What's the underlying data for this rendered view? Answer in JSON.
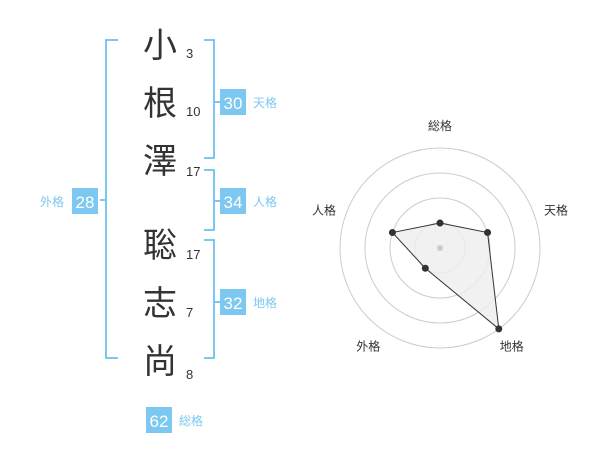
{
  "colors": {
    "accent": "#7cc8f0",
    "badge": "#7cc8f0",
    "text": "#333333",
    "radar_ring": "#cccccc",
    "radar_fill": "#eeeeee",
    "radar_line": "#333333"
  },
  "characters": [
    {
      "char": "小",
      "strokes": "3"
    },
    {
      "char": "根",
      "strokes": "10"
    },
    {
      "char": "澤",
      "strokes": "17"
    },
    {
      "char": "聡",
      "strokes": "17"
    },
    {
      "char": "志",
      "strokes": "7"
    },
    {
      "char": "尚",
      "strokes": "8"
    }
  ],
  "kakusu": {
    "tenkaku": {
      "value": "30",
      "label": "天格"
    },
    "jinkaku": {
      "value": "34",
      "label": "人格"
    },
    "chikaku": {
      "value": "32",
      "label": "地格"
    },
    "gaikaku": {
      "value": "28",
      "label": "外格"
    },
    "soukaku": {
      "value": "62",
      "label": "総格"
    }
  },
  "chart_data": {
    "type": "radar",
    "axes": [
      "総格",
      "天格",
      "地格",
      "外格",
      "人格"
    ],
    "rings": 4,
    "max": 4,
    "values": [
      1,
      2,
      4,
      1,
      2
    ]
  }
}
